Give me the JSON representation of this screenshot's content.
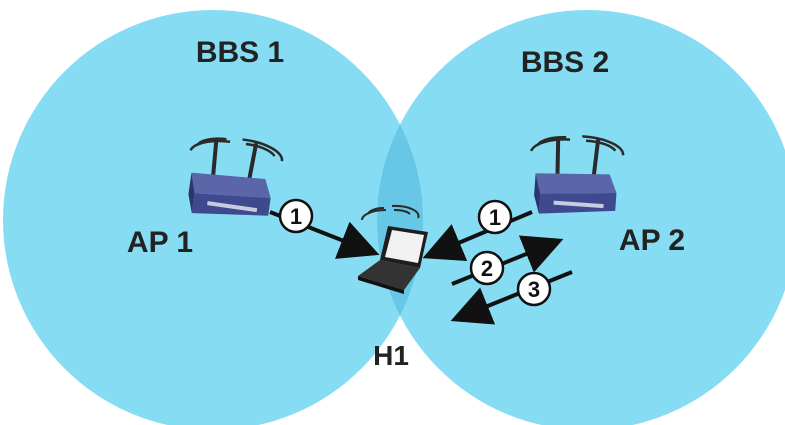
{
  "colors": {
    "cell_fill": "#86DDF3",
    "overlap_fill": "#67C7E6",
    "arrow": "#111111",
    "router_body": "#3F4A8E",
    "device_dark": "#2A2A2A"
  },
  "labels": {
    "bss1": "BBS 1",
    "bss2": "BBS 2",
    "ap1": "AP 1",
    "ap2": "AP 2",
    "host": "H1"
  },
  "messages": [
    {
      "label": "1",
      "from": "AP 1",
      "to": "H1"
    },
    {
      "label": "1",
      "from": "AP 2",
      "to": "H1"
    },
    {
      "label": "2",
      "from": "H1",
      "to": "AP 2"
    },
    {
      "label": "3",
      "from": "AP 2",
      "to": "H1"
    }
  ],
  "icons": {
    "ap1": "wireless-router-icon",
    "ap2": "wireless-router-icon",
    "host": "laptop-icon"
  }
}
